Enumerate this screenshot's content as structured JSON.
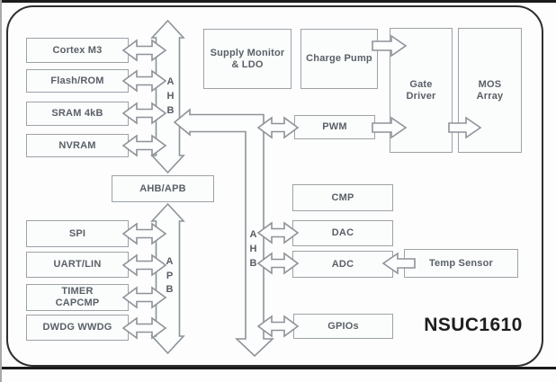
{
  "chip": {
    "part_number": "NSUC1610"
  },
  "palette": {
    "outline": "#2e2e2e",
    "block_line": "#9ca2a7",
    "arrow_line": "#8d9399",
    "text": "#596067"
  },
  "buses": {
    "ahb_main": {
      "letters": [
        "A",
        "H",
        "B"
      ]
    },
    "apb": {
      "letters": [
        "A",
        "P",
        "B"
      ]
    },
    "ahb_branch": {
      "letters": [
        "A",
        "H",
        "B"
      ]
    }
  },
  "blocks": {
    "cortex": "Cortex M3",
    "flash": "Flash/ROM",
    "sram": "SRAM 4kB",
    "nvram": "NVRAM",
    "bridge": "AHB/APB",
    "spi": "SPI",
    "uart": "UART/LIN",
    "timer": {
      "line1": "TIMER",
      "line2": "CAPCMP"
    },
    "watchdog": "DWDG WWDG",
    "supply": {
      "line1": "Supply Monitor",
      "line2": "& LDO"
    },
    "charge_pump": "Charge Pump",
    "gate_driver": {
      "line1": "Gate",
      "line2": "Driver"
    },
    "mos_array": {
      "line1": "MOS",
      "line2": "Array"
    },
    "pwm": "PWM",
    "cmp": "CMP",
    "dac": "DAC",
    "adc": "ADC",
    "temp_sensor": "Temp Sensor",
    "gpios": "GPIOs"
  }
}
